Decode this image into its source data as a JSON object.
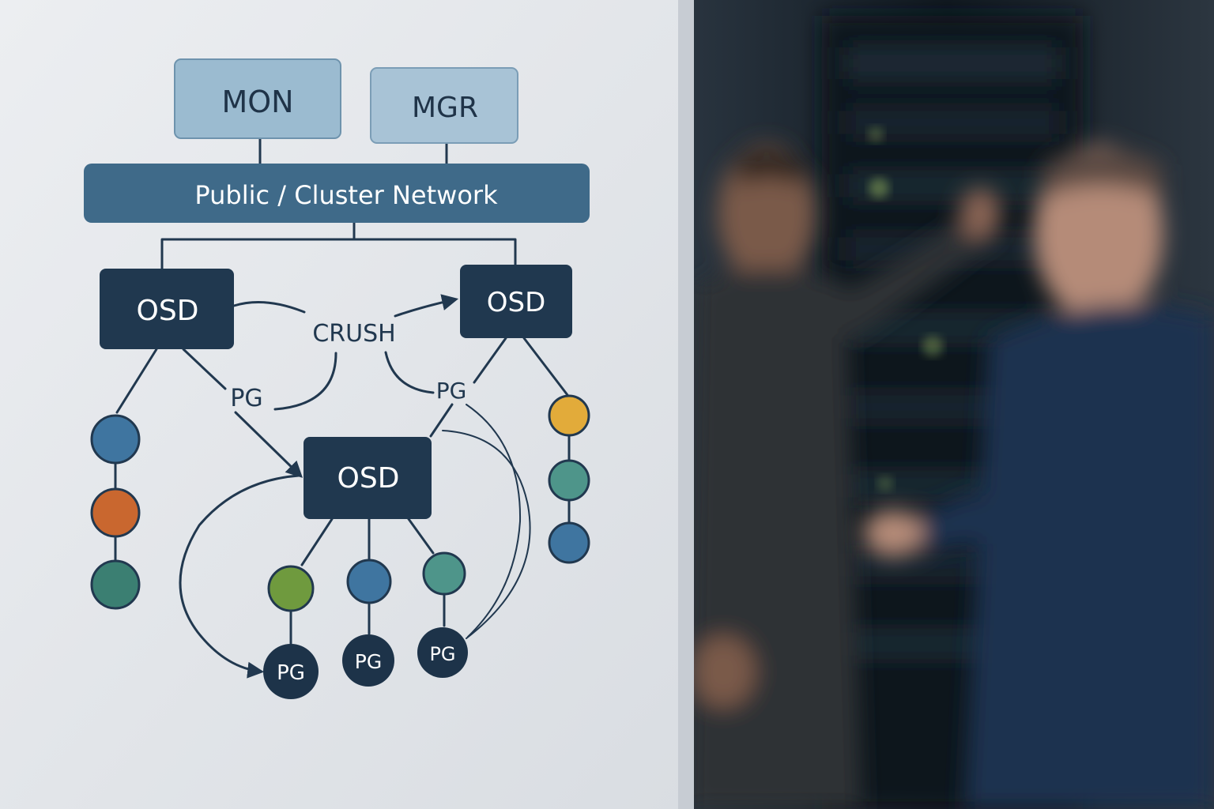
{
  "diagram": {
    "mon_label": "MON",
    "mgr_label": "MGR",
    "network_label": "Public / Cluster Network",
    "osd_left_label": "OSD",
    "osd_right_label": "OSD",
    "osd_center_label": "OSD",
    "crush_label": "CRUSH",
    "pg_left_label": "PG",
    "pg_right_label": "PG",
    "pg_node_1": "PG",
    "pg_node_2": "PG",
    "pg_node_3": "PG"
  },
  "colors": {
    "board": "#e6e8ec",
    "mon_box": "#9bbbd0",
    "network_bar": "#3f6a89",
    "osd_box": "#20384f",
    "line": "#21384f",
    "blue_node": "#3f75a0",
    "orange_node": "#c9672f",
    "teal_node": "#3b7f72",
    "green_node": "#6f9a3e",
    "yellow_node": "#e2ab3a",
    "seafoam_node": "#4e958a",
    "pg_node": "#1d3349",
    "room": "#1b2530"
  }
}
